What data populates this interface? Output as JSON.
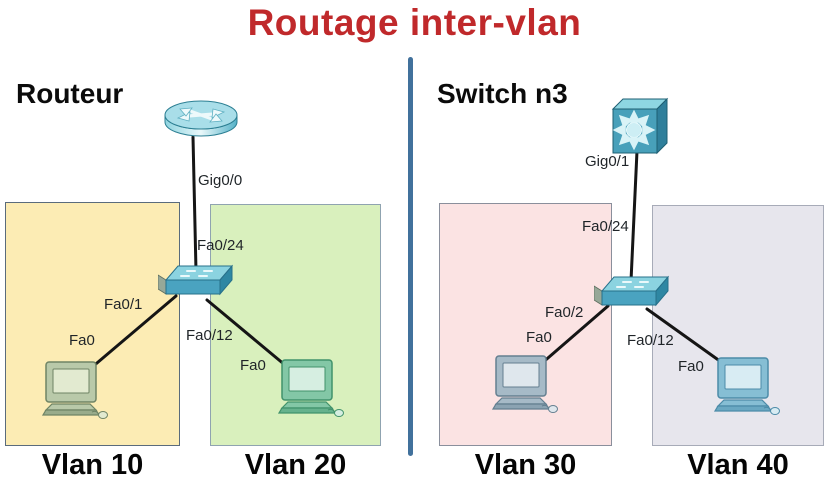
{
  "title": {
    "text": "Routage inter-vlan",
    "color": "#c0292b"
  },
  "divider": {
    "color": "#41719c"
  },
  "left": {
    "heading": "Routeur",
    "top_device": "router",
    "bottom_device": "switch",
    "labels": {
      "uplink_top": "Gig0/0",
      "uplink_bottom": "Fa0/24",
      "pc1_switch_port": "Fa0/1",
      "pc1_port": "Fa0",
      "pc2_switch_port": "Fa0/12",
      "pc2_port": "Fa0"
    },
    "vlans": [
      {
        "label": "Vlan 10",
        "color": "#fcecb4"
      },
      {
        "label": "Vlan 20",
        "color": "#d9f0bd"
      }
    ]
  },
  "right": {
    "heading": "Switch n3",
    "top_device": "multilayer-switch",
    "bottom_device": "switch",
    "labels": {
      "uplink_top": "Gig0/1",
      "uplink_bottom": "Fa0/24",
      "pc1_switch_port": "Fa0/2",
      "pc1_port": "Fa0",
      "pc2_switch_port": "Fa0/12",
      "pc2_port": "Fa0"
    },
    "vlans": [
      {
        "label": "Vlan 30",
        "color": "#fbe3e3"
      },
      {
        "label": "Vlan 40",
        "color": "#e7e6ed"
      }
    ]
  }
}
